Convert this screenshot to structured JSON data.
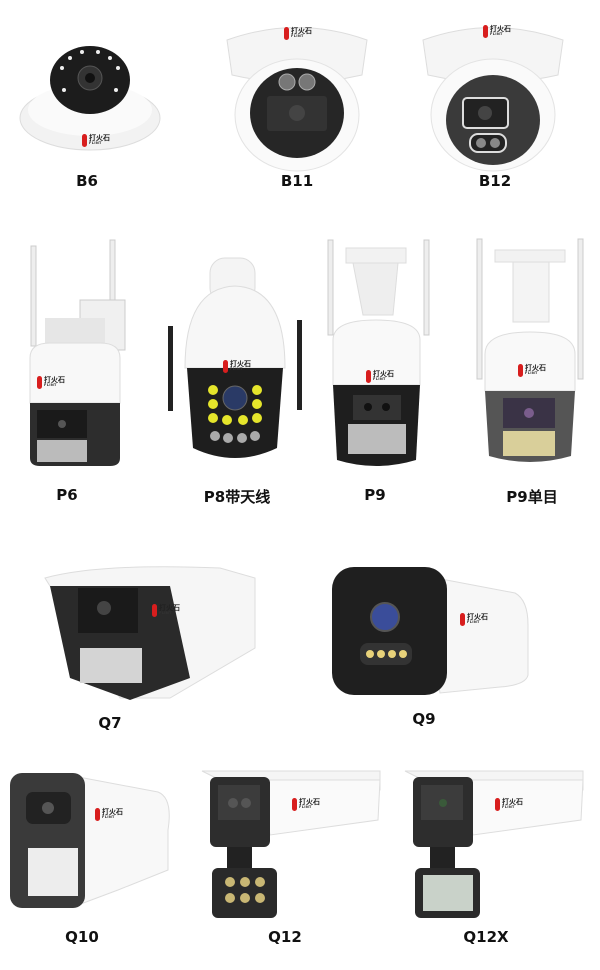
{
  "brand": {
    "name_cn": "打火石",
    "name_en": "FLINT",
    "accent_color": "#d81e1e"
  },
  "products": [
    {
      "id": "B6",
      "label": "B6",
      "type": "dome"
    },
    {
      "id": "B11",
      "label": "B11",
      "type": "turret"
    },
    {
      "id": "B12",
      "label": "B12",
      "type": "turret"
    },
    {
      "id": "P6",
      "label": "P6",
      "type": "ptz-wifi"
    },
    {
      "id": "P8",
      "label": "P8带天线",
      "type": "ptz-speed-dome"
    },
    {
      "id": "P9",
      "label": "P9",
      "type": "ptz-wifi-dual-lens"
    },
    {
      "id": "P9S",
      "label": "P9单目",
      "type": "ptz-wifi-single-lens"
    },
    {
      "id": "Q7",
      "label": "Q7",
      "type": "bullet"
    },
    {
      "id": "Q9",
      "label": "Q9",
      "type": "bullet"
    },
    {
      "id": "Q10",
      "label": "Q10",
      "type": "bullet"
    },
    {
      "id": "Q12",
      "label": "Q12",
      "type": "bullet-with-light"
    },
    {
      "id": "Q12X",
      "label": "Q12X",
      "type": "bullet-with-light"
    }
  ]
}
